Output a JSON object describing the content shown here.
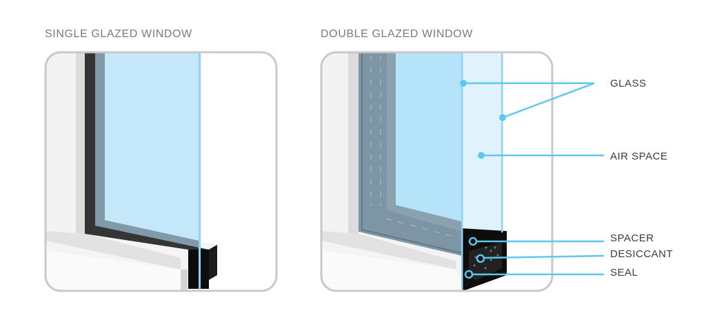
{
  "panels": {
    "single": {
      "title": "SINGLE GLAZED WINDOW"
    },
    "double": {
      "title": "DOUBLE GLAZED WINDOW"
    }
  },
  "labels": {
    "glass": "GLASS",
    "air_space": "AIR SPACE",
    "spacer": "SPACER",
    "desiccant": "DESICCANT",
    "seal": "SEAL"
  },
  "colors": {
    "callout": "#5cc8ef",
    "glass": "#c4e8fa",
    "air_space": "#e0f3fd",
    "frame_dark": "#2e2e2e",
    "border": "#c9c9c9"
  }
}
